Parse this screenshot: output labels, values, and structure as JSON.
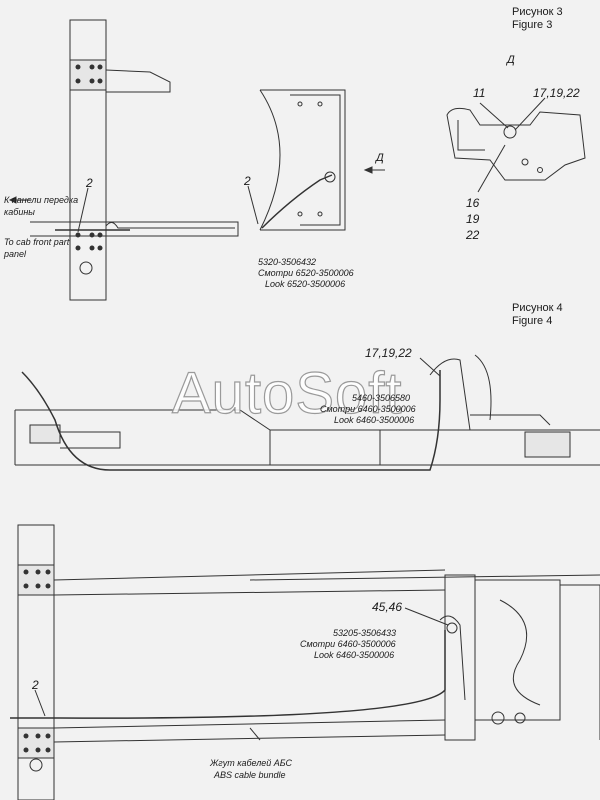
{
  "figure3": {
    "title_ru": "Рисунок 3",
    "title_en": "Figure 3",
    "view_letter": "Д",
    "view_arrow": "Д"
  },
  "figure4": {
    "title_ru": "Рисунок 4",
    "title_en": "Figure 4"
  },
  "callouts": {
    "c2_top": "2",
    "c2_mid": "2",
    "c2_bottom": "2",
    "c11": "11",
    "c171922_top": "17,19,22",
    "c16": "16",
    "c19": "19",
    "c22": "22",
    "c171922_mid": "17,19,22",
    "c4546": "45,46"
  },
  "annotations": {
    "to_panel_ru_1": "К панели передка",
    "to_panel_ru_2": "кабины",
    "to_panel_en_1": "To cab front part",
    "to_panel_en_2": "panel",
    "part1_num": "5320-3506432",
    "part1_ru": "Смотри 6520-3500006",
    "part1_en": "Look 6520-3500006",
    "part2_num": "5460-3506580",
    "part2_ru": "Смотри 6460-3500006",
    "part2_en": "Look 6460-3500006",
    "part3_num": "53205-3506433",
    "part3_ru": "Смотри 6460-3500006",
    "part3_en": "Look 6460-3500006",
    "abs_ru": "Жгут кабелей АБС",
    "abs_en": "ABS cable bundle"
  },
  "watermark": "AutoSoft"
}
